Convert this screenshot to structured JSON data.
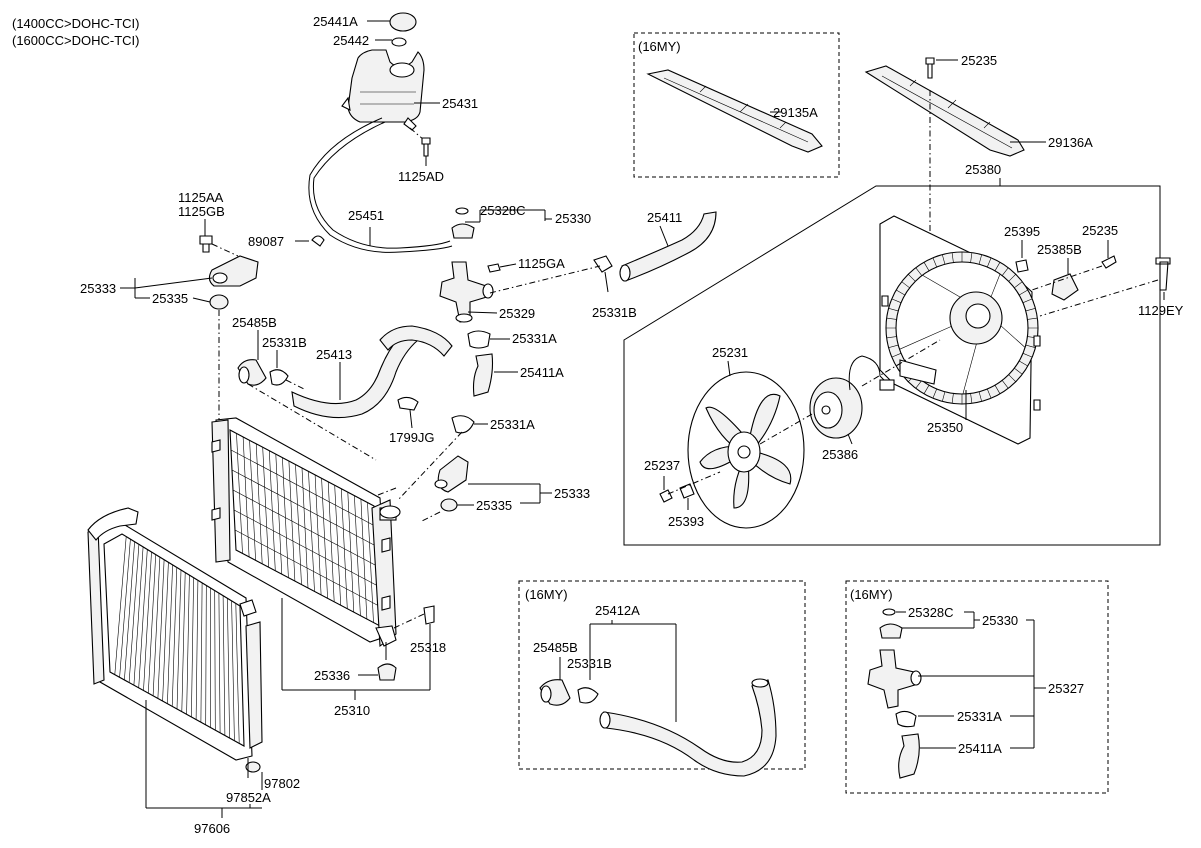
{
  "header": {
    "engine_1": "(1400CC>DOHC-TCI)",
    "engine_2": "(1600CC>DOHC-TCI)"
  },
  "boxes": {
    "my16_top": "(16MY)",
    "my16_hose": "(16MY)",
    "my16_outlet": "(16MY)"
  },
  "parts": {
    "p25441A": "25441A",
    "p25442": "25442",
    "p25431": "25431",
    "p1125AD": "1125AD",
    "p1125AA": "1125AA",
    "p1125GB": "1125GB",
    "p89087": "89087",
    "p25451": "25451",
    "p25328C": "25328C",
    "p25330": "25330",
    "p1125GA": "1125GA",
    "p25411": "25411",
    "p25331B_top": "25331B",
    "p25329": "25329",
    "p25333_left": "25333",
    "p25335_left": "25335",
    "p25485B": "25485B",
    "p25331B": "25331B",
    "p25413": "25413",
    "p25331A_1": "25331A",
    "p25411A": "25411A",
    "p1799JG": "1799JG",
    "p25331A_2": "25331A",
    "p25333_right": "25333",
    "p25335_right": "25335",
    "p25318": "25318",
    "p25336": "25336",
    "p25310": "25310",
    "p97802": "97802",
    "p97852A": "97852A",
    "p97606": "97606",
    "p29135A": "29135A",
    "p25235_top": "25235",
    "p29136A": "29136A",
    "p25380": "25380",
    "p25395": "25395",
    "p25235": "25235",
    "p25385B": "25385B",
    "p1129EY": "1129EY",
    "p25231": "25231",
    "p25386": "25386",
    "p25350": "25350",
    "p25237": "25237",
    "p25393": "25393",
    "p25412A": "25412A",
    "p25485B_16": "25485B",
    "p25331B_16": "25331B",
    "p25328C_16": "25328C",
    "p25330_16": "25330",
    "p25327": "25327",
    "p25331A_16": "25331A",
    "p25411A_16": "25411A"
  }
}
